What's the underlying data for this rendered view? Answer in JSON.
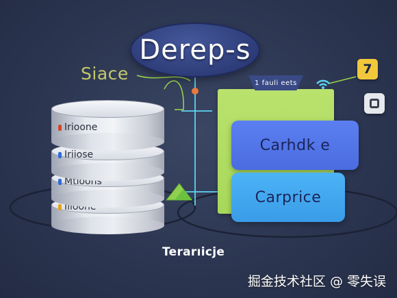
{
  "diagram": {
    "title": "Derep-s",
    "side_label": "Siace",
    "tab_label": "1 fauli eets",
    "bottom_label": "Terarıicje",
    "badge_number": "7",
    "disks": [
      {
        "label": "Irioone",
        "dot_color": "#d2452a"
      },
      {
        "label": "Iriiose",
        "dot_color": "#2f6bd8"
      },
      {
        "label": "Mtioons",
        "dot_color": "#2f6bd8"
      },
      {
        "label": "Iiioone",
        "dot_color": "#e0a41c"
      }
    ],
    "cards": [
      {
        "label": "Carhdk e",
        "color": "#4a6ce0"
      },
      {
        "label": "Carprice",
        "color": "#3a9ce8"
      }
    ],
    "accent_colors": {
      "panel_green": "#a7d85a",
      "connector_cyan": "#5fd3f0",
      "connector_green": "#9ed84a",
      "badge_yellow": "#f1c83b"
    },
    "icons": [
      "wifi-icon",
      "square-icon",
      "triangle-arrow-icon"
    ]
  },
  "watermark": "掘金技术社区 @ 零失误"
}
